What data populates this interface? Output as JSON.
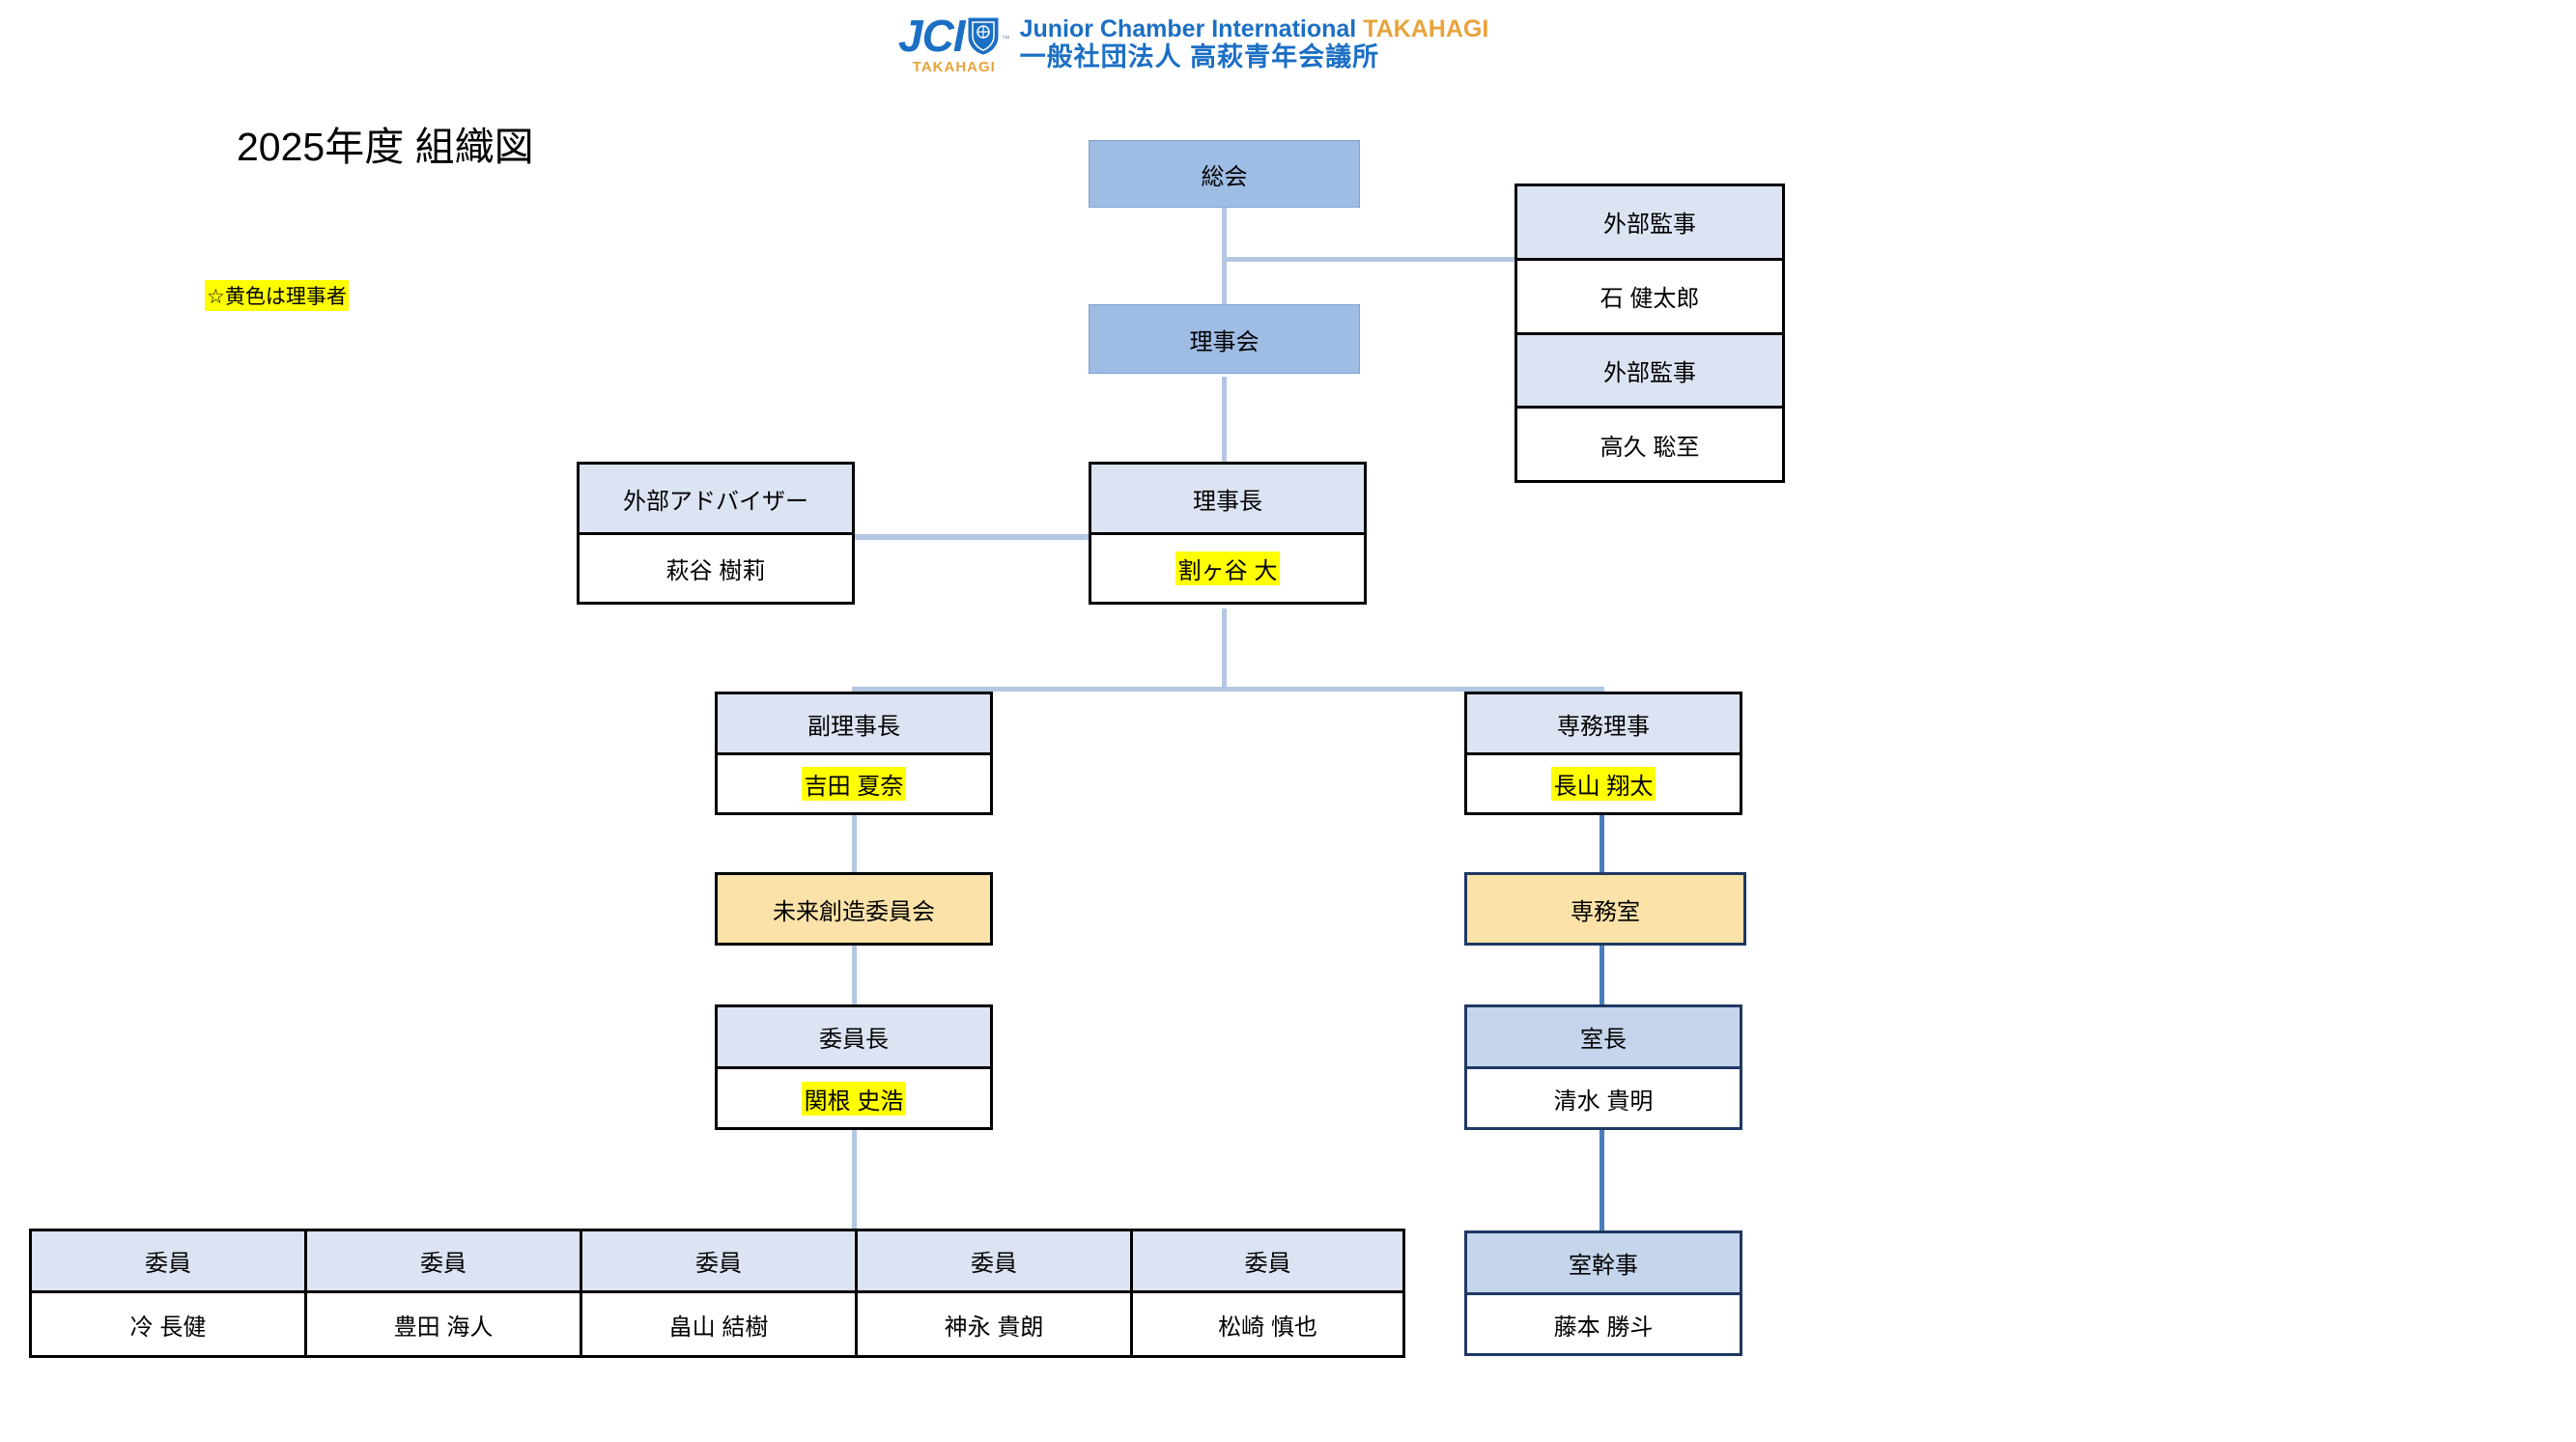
{
  "logo": {
    "mark_text": "JCI",
    "mark_sub": "TAKAHAGI",
    "trademark": "™",
    "line1_main": "Junior Chamber International ",
    "line1_accent": "TAKAHAGI",
    "line2": "一般社団法人 高萩青年会議所",
    "shield_icon": "shield-icon",
    "brand_blue": "#1B6FC4",
    "brand_gold": "#E8A33D"
  },
  "title": "2025年度 組織図",
  "legend": {
    "note": "☆黄色は理事者",
    "highlight_color": "#FFFF00"
  },
  "colors": {
    "solid_blue": "#9FBCE4",
    "head_blue": "#DCE3F2",
    "head_blue_navy": "#C5D5EC",
    "tan": "#FBE2A8",
    "connector": "#B3C6E3",
    "navy_border": "#1F3864"
  },
  "nodes": {
    "general_assembly": {
      "label": "総会"
    },
    "board": {
      "label": "理事会"
    },
    "external_auditor_1": {
      "title": "外部監事",
      "name": "石 健太郎"
    },
    "external_auditor_2": {
      "title": "外部監事",
      "name": "高久 聡至"
    },
    "external_advisor": {
      "title": "外部アドバイザー",
      "name": "萩谷 樹莉",
      "highlighted": false
    },
    "chairman": {
      "title": "理事長",
      "name": "割ヶ谷 大",
      "highlighted": true
    },
    "vice_chairman": {
      "title": "副理事長",
      "name": "吉田 夏奈",
      "highlighted": true
    },
    "managing_director": {
      "title": "専務理事",
      "name": "長山 翔太",
      "highlighted": true
    },
    "future_committee": {
      "label": "未来創造委員会"
    },
    "executive_office": {
      "label": "専務室"
    },
    "committee_chair": {
      "title": "委員長",
      "name": "関根 史浩",
      "highlighted": true
    },
    "office_head": {
      "title": "室長",
      "name": "清水 貴明",
      "highlighted": false
    },
    "office_secretary": {
      "title": "室幹事",
      "name": "藤本 勝斗",
      "highlighted": false
    }
  },
  "members": [
    {
      "title": "委員",
      "name": "冷 長健"
    },
    {
      "title": "委員",
      "name": "豊田 海人"
    },
    {
      "title": "委員",
      "name": "畠山 結樹"
    },
    {
      "title": "委員",
      "name": "神永 貴朗"
    },
    {
      "title": "委員",
      "name": "松崎 慎也"
    }
  ]
}
